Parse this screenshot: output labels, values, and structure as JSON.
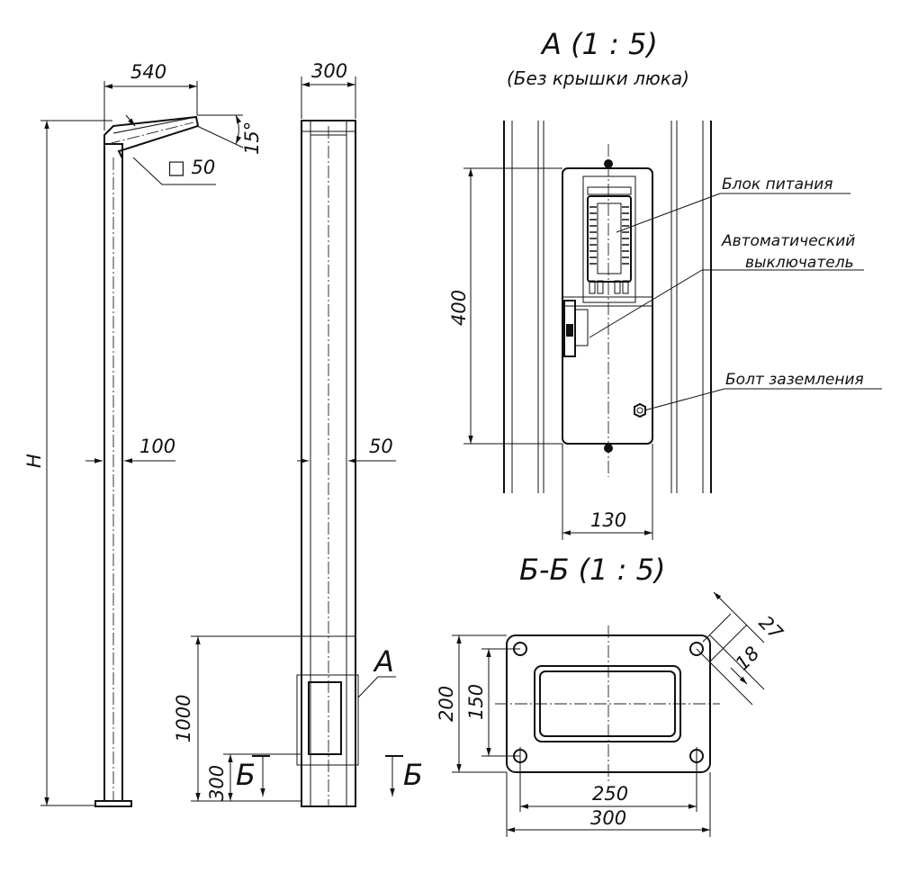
{
  "left_view": {
    "dims": {
      "arm_length": "540",
      "angle": "15°",
      "square": "□ 50",
      "pipe": "100",
      "height": "H"
    }
  },
  "middle_view": {
    "dims": {
      "width": "300",
      "wall": "50",
      "hatch_height": "1000",
      "section_height": "300"
    },
    "callout": "А",
    "section_mark_left": "Б",
    "section_mark_right": "Б"
  },
  "view_a": {
    "title": "А (1 : 5)",
    "subtitle": "(Без крышки люка)",
    "dims": {
      "height": "400",
      "width": "130"
    },
    "labels": {
      "power_unit": "Блок питания",
      "breaker_line1": "Автоматический",
      "breaker_line2": "выключатель",
      "ground_bolt": "Болт заземления"
    }
  },
  "section_bb": {
    "title": "Б-Б (1 : 5)",
    "dims": {
      "inner_width": "250",
      "outer_width": "300",
      "outer_height": "200",
      "inner_height": "150",
      "corner_a": "27",
      "corner_b": "18"
    }
  }
}
